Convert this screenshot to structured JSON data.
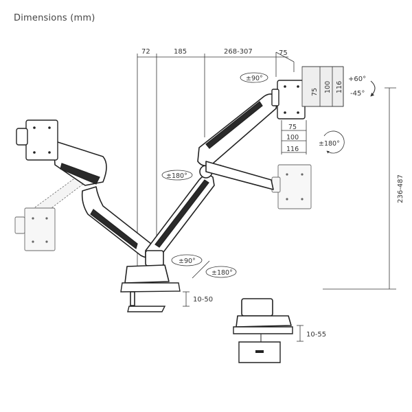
{
  "title": "Dimensions (mm)",
  "top_dimensions": [
    "72",
    "185",
    "268-307",
    "75"
  ],
  "vesa_dimensions": {
    "vertical": [
      "75",
      "100",
      "116"
    ],
    "horizontal": [
      "75",
      "100",
      "116"
    ]
  },
  "tilt_up": "+60°",
  "tilt_down": "-45°",
  "height_range": "236-487",
  "rotations": {
    "head_swivel": "±90°",
    "screen_rotate": "±180°",
    "elbow_rotate": "±180°",
    "base_swivel": "±90°",
    "base_rotate": "±180°"
  },
  "clamp_range": "10-50",
  "grommet_range": "10-55"
}
